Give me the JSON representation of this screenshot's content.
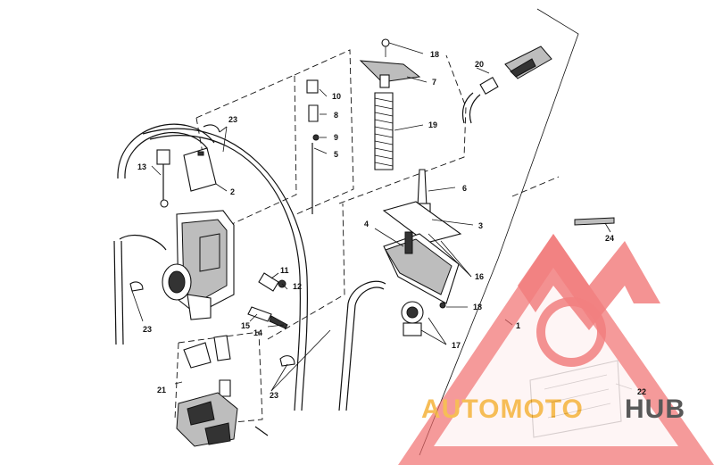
{
  "callouts": [
    {
      "id": "c1",
      "label": "1"
    },
    {
      "id": "c2",
      "label": "2"
    },
    {
      "id": "c3",
      "label": "3"
    },
    {
      "id": "c4",
      "label": "4"
    },
    {
      "id": "c5",
      "label": "5"
    },
    {
      "id": "c6",
      "label": "6"
    },
    {
      "id": "c7",
      "label": "7"
    },
    {
      "id": "c8",
      "label": "8"
    },
    {
      "id": "c9",
      "label": "9"
    },
    {
      "id": "c10",
      "label": "10"
    },
    {
      "id": "c11",
      "label": "11"
    },
    {
      "id": "c12",
      "label": "12"
    },
    {
      "id": "c13",
      "label": "13"
    },
    {
      "id": "c14",
      "label": "14"
    },
    {
      "id": "c15",
      "label": "15"
    },
    {
      "id": "c16",
      "label": "16"
    },
    {
      "id": "c17",
      "label": "17"
    },
    {
      "id": "c18a",
      "label": "18"
    },
    {
      "id": "c18b",
      "label": "18"
    },
    {
      "id": "c19",
      "label": "19"
    },
    {
      "id": "c20",
      "label": "20"
    },
    {
      "id": "c21",
      "label": "21"
    },
    {
      "id": "c22",
      "label": "22"
    },
    {
      "id": "c23a",
      "label": "23"
    },
    {
      "id": "c23b",
      "label": "23"
    },
    {
      "id": "c23c",
      "label": "23"
    },
    {
      "id": "c24",
      "label": "24"
    }
  ],
  "watermark": {
    "word_left": "AUTOMOTO",
    "word_right": "HUB",
    "colors": {
      "triangle": "#f06a6a",
      "orange": "#f5b23a",
      "dark": "#3b3b3b"
    }
  }
}
